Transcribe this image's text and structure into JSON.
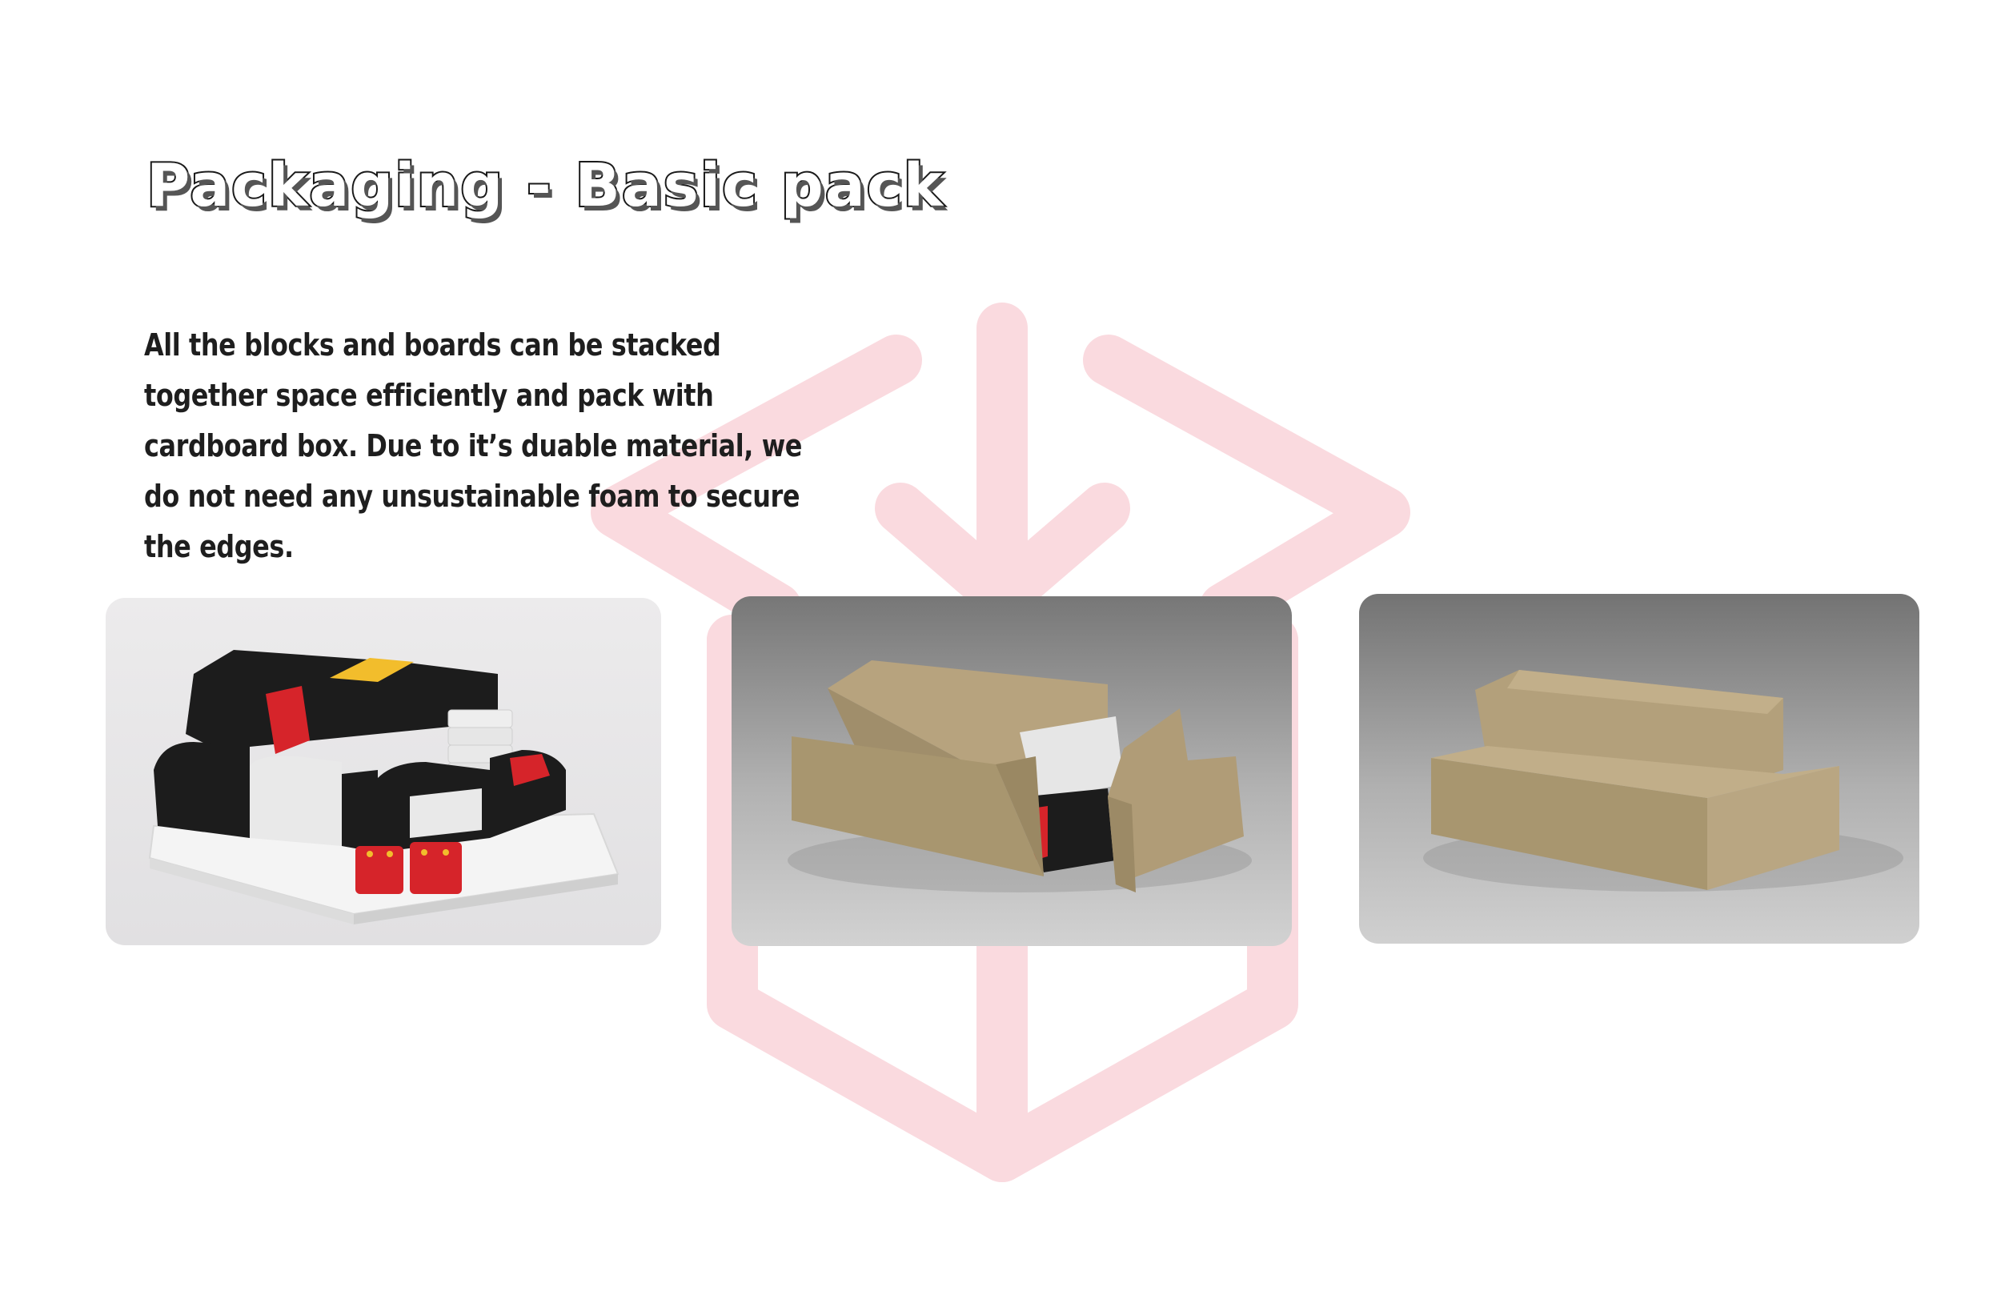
{
  "slide": {
    "title": "Packaging - Basic pack",
    "body": "All the blocks and boards can be stacked together space efficiently and pack with cardboard box. Due to it’s duable material, we do not need any unsustainable foam to secure the edges."
  },
  "background_icon": "box-with-down-arrow-icon",
  "colors": {
    "background": "#ffffff",
    "watermark": "#fadadf",
    "block_black": "#1c1c1c",
    "block_red": "#d6242a",
    "block_yellow": "#f2bd2c",
    "block_white": "#e9e9e9",
    "cardboard": "#ad9a76"
  },
  "photos": [
    {
      "subject": "stacked-blocks-and-boards"
    },
    {
      "subject": "blocks-sliding-into-cardboard-box"
    },
    {
      "subject": "closed-cardboard-box"
    }
  ]
}
